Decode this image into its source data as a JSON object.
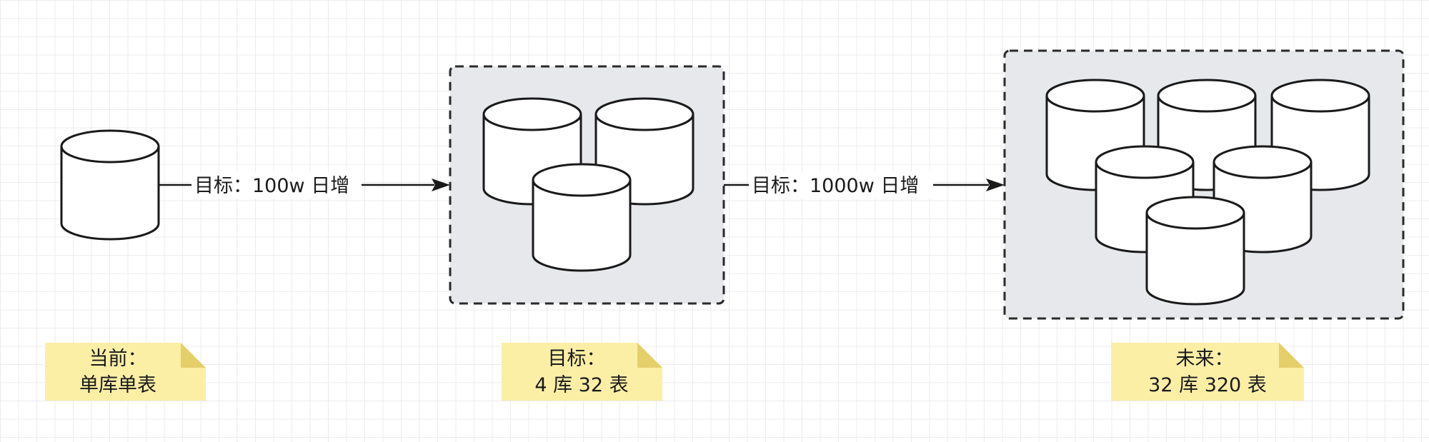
{
  "diagram": {
    "edges": [
      {
        "label": "目标：100w 日增"
      },
      {
        "label": "目标：1000w 日增"
      }
    ],
    "notes": [
      {
        "line1": "当前：",
        "line2": "单库单表"
      },
      {
        "line1": "目标：",
        "line2": "4 库 32 表"
      },
      {
        "line1": "未来：",
        "line2": "32 库 320 表"
      }
    ],
    "stages": [
      {
        "database_count": 1
      },
      {
        "database_count": 3
      },
      {
        "database_count": 6
      }
    ],
    "colors": {
      "grid": "#ececec",
      "group_fill": "#e6e8ec",
      "note_fill": "#fbefa6",
      "note_fold": "#e5cf6b",
      "stroke": "#1a1a1a"
    }
  }
}
